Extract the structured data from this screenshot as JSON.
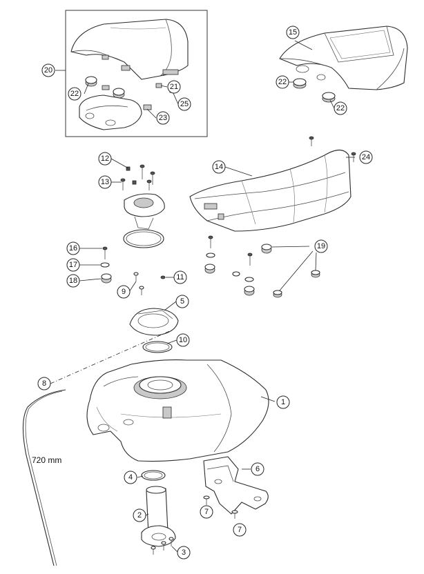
{
  "diagram": {
    "callouts": {
      "c1": "1",
      "c2": "2",
      "c3": "3",
      "c4": "4",
      "c5": "5",
      "c6": "6",
      "c7a": "7",
      "c7b": "7",
      "c8": "8",
      "c9": "9",
      "c10": "10",
      "c11": "11",
      "c12": "12",
      "c13": "13",
      "c14": "14",
      "c15": "15",
      "c16": "16",
      "c17": "17",
      "c18": "18",
      "c19": "19",
      "c20": "20",
      "c21": "21",
      "c22a": "22",
      "c22b": "22",
      "c22c": "22",
      "c23": "23",
      "c24": "24",
      "c25": "25"
    },
    "hose_length_label": "720 mm"
  }
}
